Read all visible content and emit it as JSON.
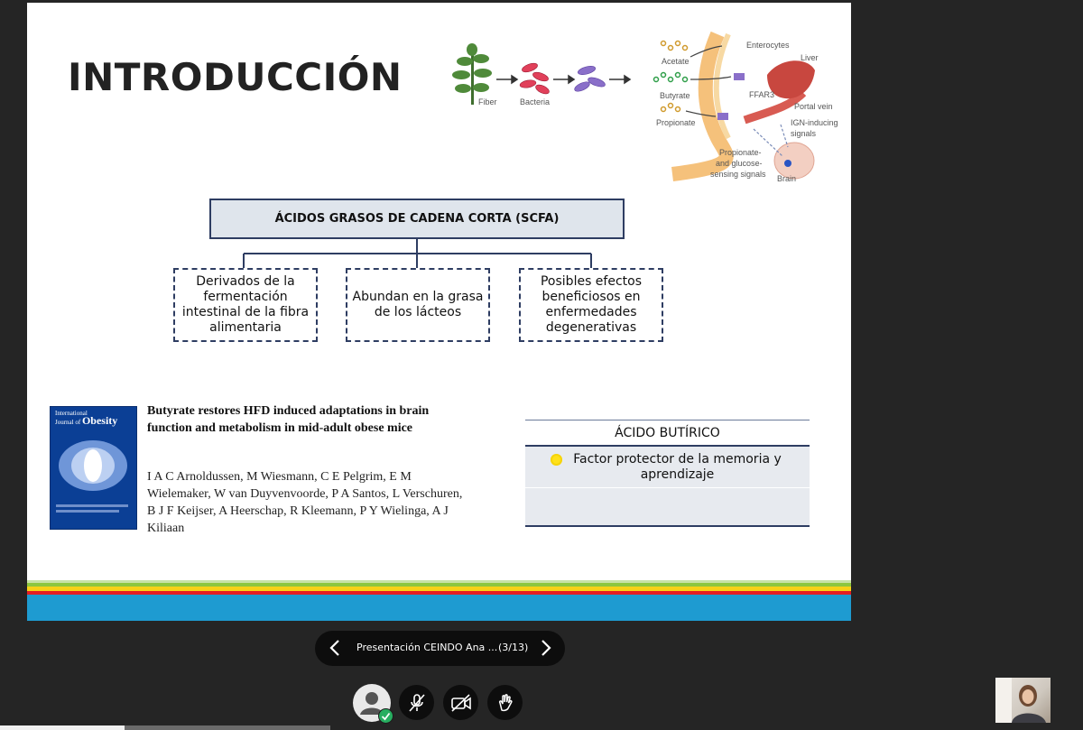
{
  "slide": {
    "title": "INTRODUCCIÓN",
    "figure_labels": {
      "fiber": "Fiber",
      "bacteria": "Bacteria",
      "acetate": "Acetate",
      "butyrate": "Butyrate",
      "propionate": "Propionate",
      "enterocytes": "Enterocytes",
      "liver": "Liver",
      "ffar3": "FFAR3",
      "portal_vein": "Portal vein",
      "ign_line1": "IGN-inducing",
      "ign_line2": "signals",
      "prop_line1": "Propionate-",
      "prop_line2": "and glucose-",
      "prop_line3": "sensing signals",
      "brain": "Brain"
    },
    "diagram": {
      "root": "ÁCIDOS GRASOS DE CADENA CORTA (SCFA)",
      "children": [
        "Derivados de la fermentación intestinal de la fibra alimentaria",
        "Abundan en la grasa de los lácteos",
        "Posibles efectos beneficiosos en enfermedades degenerativas"
      ]
    },
    "paper": {
      "journal_line1": "International",
      "journal_line2": "Journal of",
      "journal_name": "Obesity",
      "title": "Butyrate restores HFD induced adaptations in brain function and metabolism in mid-adult obese mice",
      "authors": "I A C Arnoldussen, M Wiesmann, C E Pelgrim, E M Wielemaker, W van Duyvenvoorde, P A Santos, L Verschuren, B J F Keijser, A Heerschap, R Kleemann, P Y Wielinga, A J Kiliaan"
    },
    "table": {
      "header": "ÁCIDO BUTÍRICO",
      "row1": "Factor protector de la memoria y aprendizaje",
      "row2": ""
    }
  },
  "navigation": {
    "presentation_title": "Presentación CEINDO Ana ...",
    "page_counter": "(3/13)"
  },
  "colors": {
    "background": "#252525",
    "diagram_border": "#2e3d62",
    "stripe_green": "#8cc63f",
    "stripe_yellow": "#f7d117",
    "stripe_red": "#e31e24",
    "stripe_blue": "#1e9bd1"
  }
}
